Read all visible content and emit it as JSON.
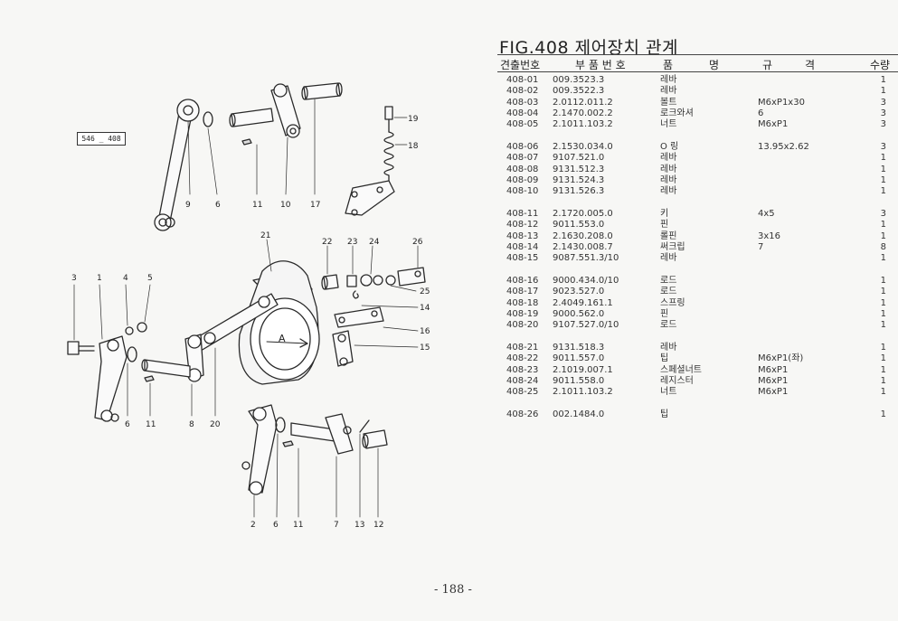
{
  "ref_code": "546 _ 408",
  "figure_title": "FIG.408 제어장치 관계",
  "headers": {
    "item_no": "견출번호",
    "part_no": "부 품 번 호",
    "name_a": "품",
    "name_b": "명",
    "spec_a": "규",
    "spec_b": "격",
    "qty": "수량"
  },
  "parts": [
    {
      "no": "408-01",
      "part": "009.3523.3",
      "name": "레바",
      "spec": "",
      "qty": "1"
    },
    {
      "no": "408-02",
      "part": "009.3522.3",
      "name": "레바",
      "spec": "",
      "qty": "1"
    },
    {
      "no": "408-03",
      "part": "2.0112.011.2",
      "name": "볼트",
      "spec": "M6xP1x30",
      "qty": "3"
    },
    {
      "no": "408-04",
      "part": "2.1470.002.2",
      "name": "로크와셔",
      "spec": "6",
      "qty": "3"
    },
    {
      "no": "408-05",
      "part": "2.1011.103.2",
      "name": "너트",
      "spec": "M6xP1",
      "qty": "3"
    },
    {
      "no": "408-06",
      "part": "2.1530.034.0",
      "name": "O 링",
      "spec": "13.95x2.62",
      "qty": "3"
    },
    {
      "no": "408-07",
      "part": "9107.521.0",
      "name": "레바",
      "spec": "",
      "qty": "1"
    },
    {
      "no": "408-08",
      "part": "9131.512.3",
      "name": "레바",
      "spec": "",
      "qty": "1"
    },
    {
      "no": "408-09",
      "part": "9131.524.3",
      "name": "레바",
      "spec": "",
      "qty": "1"
    },
    {
      "no": "408-10",
      "part": "9131.526.3",
      "name": "레바",
      "spec": "",
      "qty": "1"
    },
    {
      "no": "408-11",
      "part": "2.1720.005.0",
      "name": "키",
      "spec": "4x5",
      "qty": "3"
    },
    {
      "no": "408-12",
      "part": "9011.553.0",
      "name": "핀",
      "spec": "",
      "qty": "1"
    },
    {
      "no": "408-13",
      "part": "2.1630.208.0",
      "name": "롤핀",
      "spec": "3x16",
      "qty": "1"
    },
    {
      "no": "408-14",
      "part": "2.1430.008.7",
      "name": "써크립",
      "spec": "7",
      "qty": "8"
    },
    {
      "no": "408-15",
      "part": "9087.551.3/10",
      "name": "레바",
      "spec": "",
      "qty": "1"
    },
    {
      "no": "408-16",
      "part": "9000.434.0/10",
      "name": "로드",
      "spec": "",
      "qty": "1"
    },
    {
      "no": "408-17",
      "part": "9023.527.0",
      "name": "로드",
      "spec": "",
      "qty": "1"
    },
    {
      "no": "408-18",
      "part": "2.4049.161.1",
      "name": "스프링",
      "spec": "",
      "qty": "1"
    },
    {
      "no": "408-19",
      "part": "9000.562.0",
      "name": "핀",
      "spec": "",
      "qty": "1"
    },
    {
      "no": "408-20",
      "part": "9107.527.0/10",
      "name": "로드",
      "spec": "",
      "qty": "1"
    },
    {
      "no": "408-21",
      "part": "9131.518.3",
      "name": "레바",
      "spec": "",
      "qty": "1"
    },
    {
      "no": "408-22",
      "part": "9011.557.0",
      "name": "팁",
      "spec": "M6xP1(좌)",
      "qty": "1"
    },
    {
      "no": "408-23",
      "part": "2.1019.007.1",
      "name": "스페셜너트",
      "spec": "M6xP1",
      "qty": "1"
    },
    {
      "no": "408-24",
      "part": "9011.558.0",
      "name": "레지스터",
      "spec": "M6xP1",
      "qty": "1"
    },
    {
      "no": "408-25",
      "part": "2.1011.103.2",
      "name": "너트",
      "spec": "M6xP1",
      "qty": "1"
    },
    {
      "no": "408-26",
      "part": "002.1484.0",
      "name": "팁",
      "spec": "",
      "qty": "1"
    }
  ],
  "callouts": {
    "c1": "1",
    "c2": "2",
    "c3": "3",
    "c4": "4",
    "c5": "5",
    "c6": "6",
    "c7": "7",
    "c8": "8",
    "c9": "9",
    "c10": "10",
    "c11": "11",
    "c12": "12",
    "c13": "13",
    "c14": "14",
    "c15": "15",
    "c16": "16",
    "c17": "17",
    "c18": "18",
    "c19": "19",
    "c20": "20",
    "c21": "21",
    "c22": "22",
    "c23": "23",
    "c24": "24",
    "c25": "25",
    "c26": "26",
    "detail": "A"
  },
  "page_number": "- 188 -"
}
